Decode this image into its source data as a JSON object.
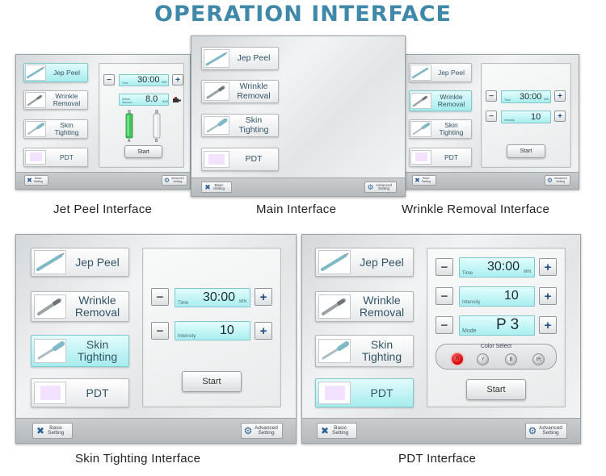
{
  "page_title": "OPERATION INTERFACE",
  "captions": {
    "jet_peel": "Jet Peel Interface",
    "main": "Main Interface",
    "wrinkle": "Wrinkle Removal Interface",
    "skin": "Skin Tighting Interface",
    "pdt": "PDT Interface"
  },
  "nav": {
    "jet_peel": "Jep Peel",
    "wrinkle_1": "Wrinkle",
    "wrinkle_2": "Removal",
    "skin_1": "Skin",
    "skin_2": "Tighting",
    "pdt": "PDT"
  },
  "settings": {
    "basic_1": "Basic",
    "basic_2": "Setting",
    "advanced_1": "Advanced",
    "advanced_2": "Setting"
  },
  "controls": {
    "minus": "−",
    "plus": "+",
    "time_label": "Time",
    "time_value": "30:00",
    "time_unit": "MIN",
    "intensity_label": "Intensity",
    "intensity_value": "10",
    "mode_label": "Mode",
    "mode_value": "P 3",
    "vacuum_label_1": "Actual",
    "vacuum_label_2": "Vacuum",
    "vacuum_value": "8.0",
    "vacuum_unit": "BAR",
    "bottle_a": "A",
    "bottle_b": "B",
    "start": "Start",
    "color_select": "Color Select",
    "colors": [
      "R",
      "Y",
      "B",
      "IR"
    ]
  },
  "icon_colors": {
    "accent": "#3f88a9",
    "active_button": "#a6ecee",
    "pdt_purple": "#7c3aa8",
    "red_light": "#d10000"
  }
}
